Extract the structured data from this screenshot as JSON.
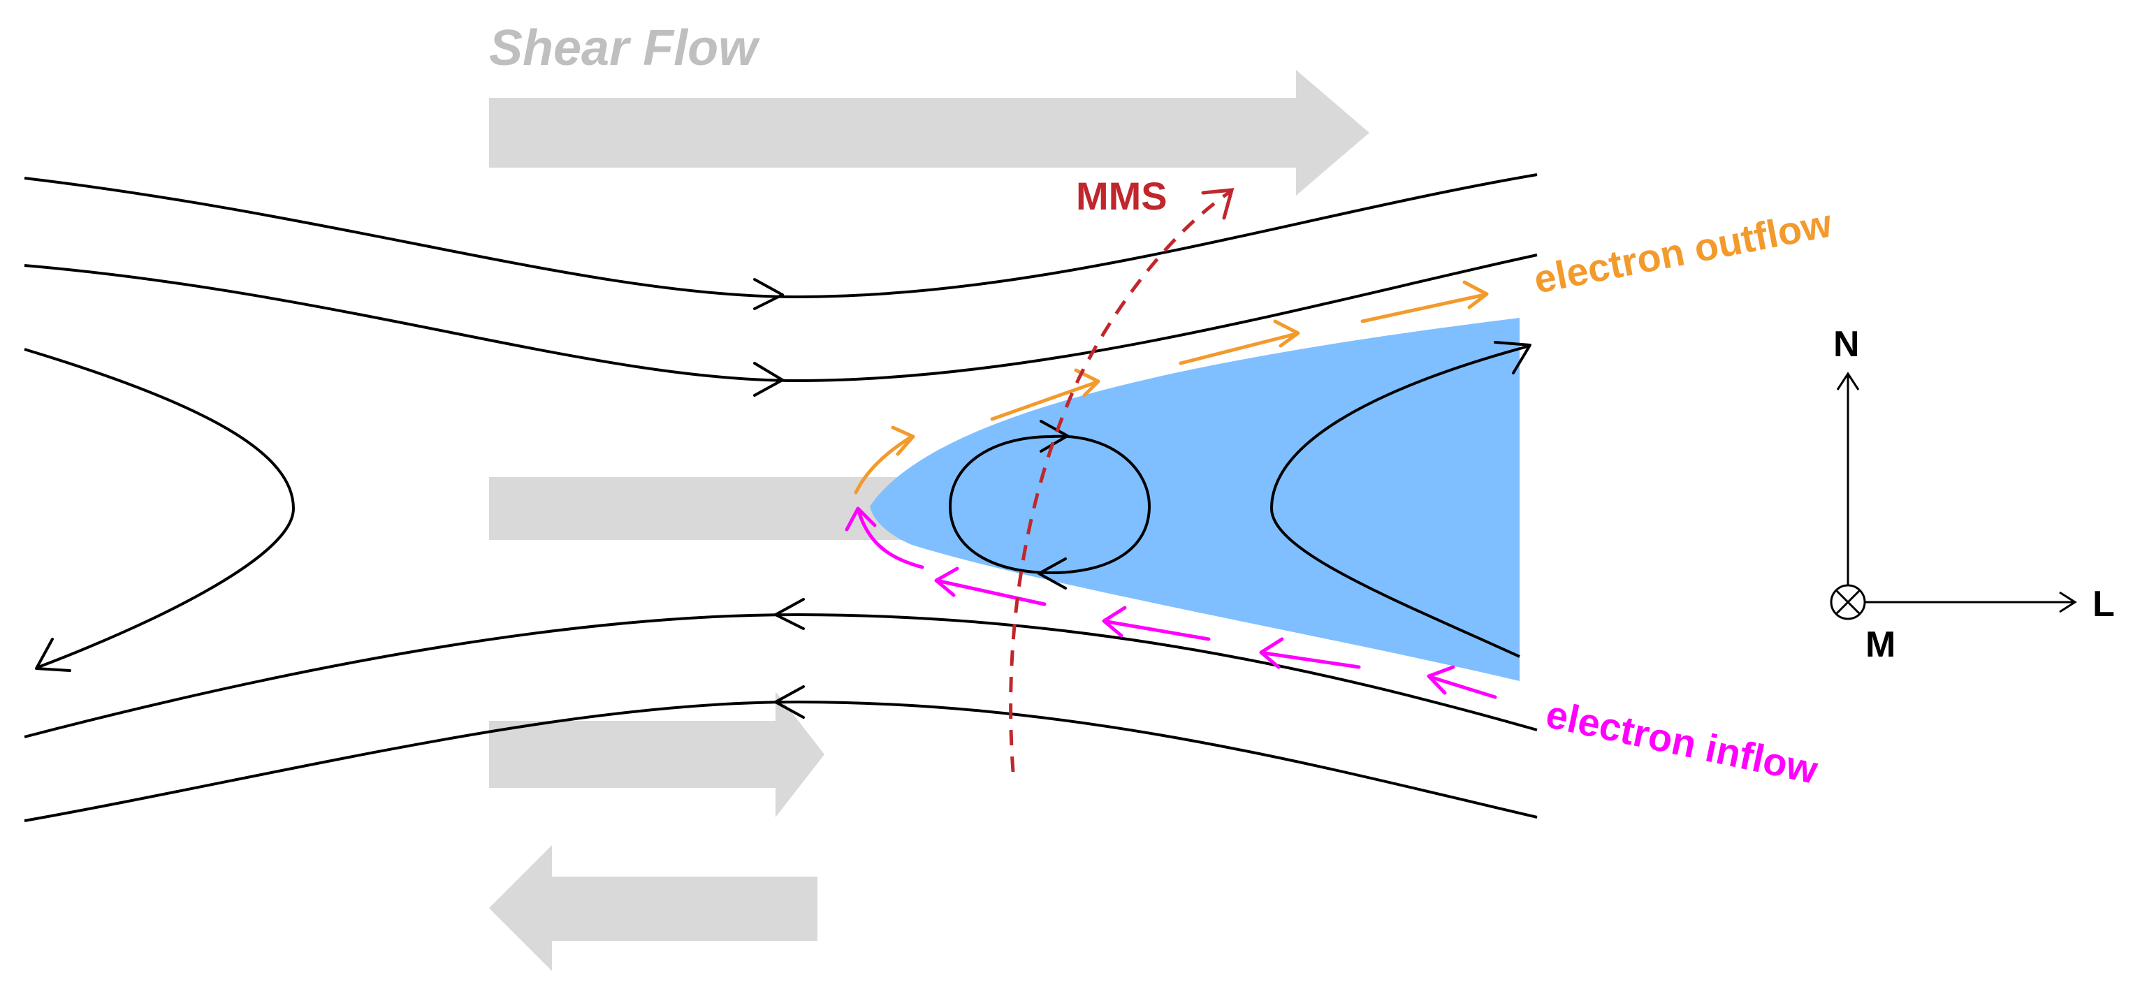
{
  "labels": {
    "shear_flow": "Shear Flow",
    "mms": "MMS",
    "electron_outflow": "electron outflow",
    "electron_inflow": "electron inflow",
    "axis_n": "N",
    "axis_l": "L",
    "axis_m": "M"
  },
  "colors": {
    "shear_arrow": "#d9d9d9",
    "shear_text": "#bfbfbf",
    "field_line": "#000000",
    "diffusion_region": "#7fbfff",
    "mms": "#c0272d",
    "outflow": "#f39a2c",
    "inflow": "#ff00ff"
  },
  "icons": {
    "m_axis": "circled-times-icon"
  }
}
